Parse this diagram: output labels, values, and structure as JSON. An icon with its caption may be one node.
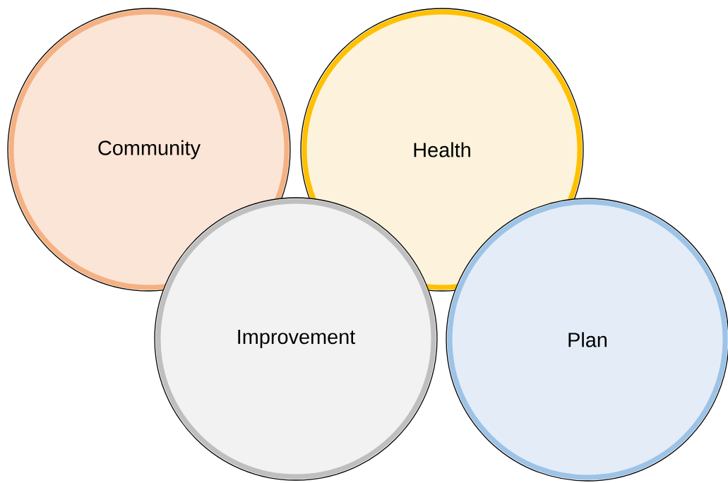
{
  "diagram": {
    "nodes": [
      {
        "text": [
          "Community"
        ]
      },
      {
        "text": [
          "Health"
        ]
      },
      {
        "text": [
          "Improvement"
        ]
      },
      {
        "text": [
          "Plan"
        ]
      }
    ]
  }
}
